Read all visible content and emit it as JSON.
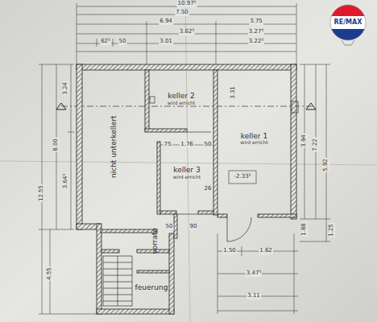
{
  "diagram": {
    "nodes": [
      {
        "text": [
          "keller 2",
          "wird erricht"
        ]
      },
      {
        "text": [
          "keller 1",
          "wird erricht"
        ]
      },
      {
        "text": [
          "nicht unterkellert"
        ]
      },
      {
        "text": [
          "keller 3",
          "wird erricht"
        ]
      },
      {
        "text": [
          "vorrate"
        ]
      },
      {
        "text": [
          "feuerung"
        ]
      }
    ],
    "labels": [
      "RE/MAX",
      "10.97⁵",
      "7.50",
      "6.94",
      "3.62⁵",
      "3.75",
      "62⁵",
      "50",
      "3.01",
      "3.27⁵",
      "3.22⁵",
      "3.24",
      "8.00",
      "3.64⁵",
      "12.55",
      "4.55",
      "3.31",
      "7.22",
      "3.94",
      "5.92",
      "1.88",
      "1.25",
      "75",
      "1.76",
      "50",
      "26",
      "-2.33⁵",
      "50",
      "90",
      "1.50",
      "1.62",
      "3.47⁵",
      "3.11"
    ]
  }
}
